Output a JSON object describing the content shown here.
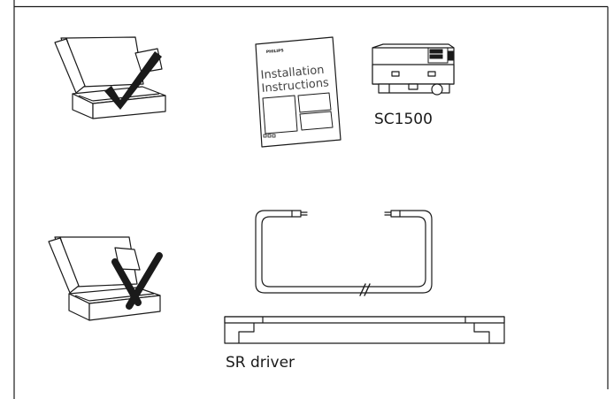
{
  "manual": {
    "brand": "PHILIPS",
    "title_line1": "Installation",
    "title_line2": "Instructions"
  },
  "components": {
    "controller_label": "SC1500",
    "driver_label": "SR driver"
  },
  "colors": {
    "line": "#1a1a1a",
    "mark": "#1a1a1a",
    "background": "#ffffff"
  },
  "icons": [
    "open-box-icon",
    "checkmark-icon",
    "cross-icon",
    "installation-manual-icon",
    "sc1500-device-icon",
    "cable-icon",
    "sr-driver-icon"
  ]
}
